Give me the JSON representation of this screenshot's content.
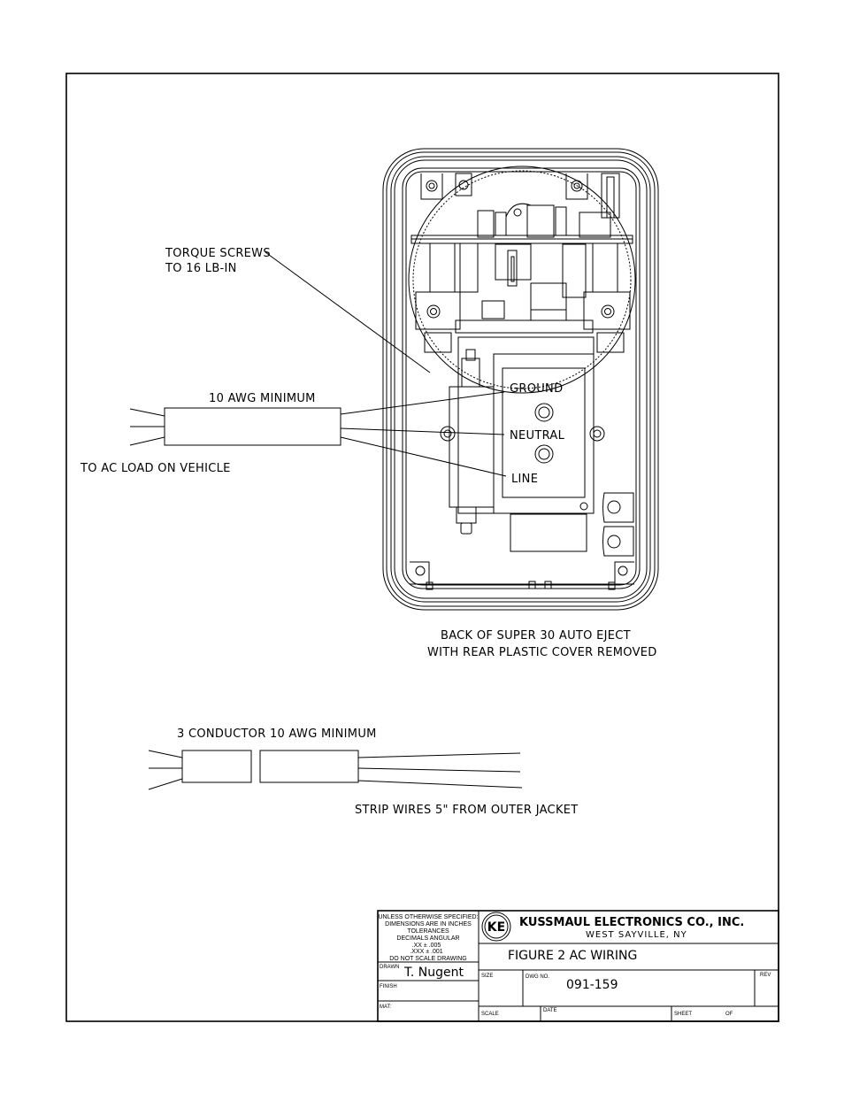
{
  "labels": {
    "torque_line1": "TORQUE SCREWS",
    "torque_line2": "TO 16 LB-IN",
    "awg_min": "10 AWG MINIMUM",
    "ac_load": "TO AC LOAD ON VEHICLE",
    "ground": "GROUND",
    "neutral": "NEUTRAL",
    "line": "LINE",
    "caption_line1": "BACK OF SUPER 30 AUTO EJECT",
    "caption_line2": "WITH REAR PLASTIC COVER REMOVED",
    "three_conductor": "3 CONDUCTOR 10 AWG MINIMUM",
    "strip_wires": "STRIP WIRES 5\" FROM OUTER JACKET"
  },
  "title_block": {
    "tolerance_lines": [
      "UNLESS OTHERWISE SPECIFIED:",
      "DIMENSIONS ARE IN INCHES",
      "TOLERANCES",
      "DECIMALS ANGULAR",
      ".XX  ±  .005",
      ".XXX  ±  .001",
      "DO NOT SCALE DRAWING"
    ],
    "logo_text": "KE",
    "company": "KUSSMAUL ELECTRONICS CO., INC.",
    "location": "WEST SAYVILLE, NY",
    "title": "FIGURE 2 AC WIRING",
    "drawn_label": "DRAWN",
    "drawn_by": "T. Nugent",
    "finish_label": "FINISH",
    "mat_label": "MAT:",
    "size_label": "SIZE",
    "dwg_no_label": "DWG NO.",
    "dwg_no": "091-159",
    "rev_label": "REV",
    "scale_label": "SCALE",
    "date_label": "DATE",
    "sheet_label": "SHEET",
    "of_label": "OF"
  }
}
